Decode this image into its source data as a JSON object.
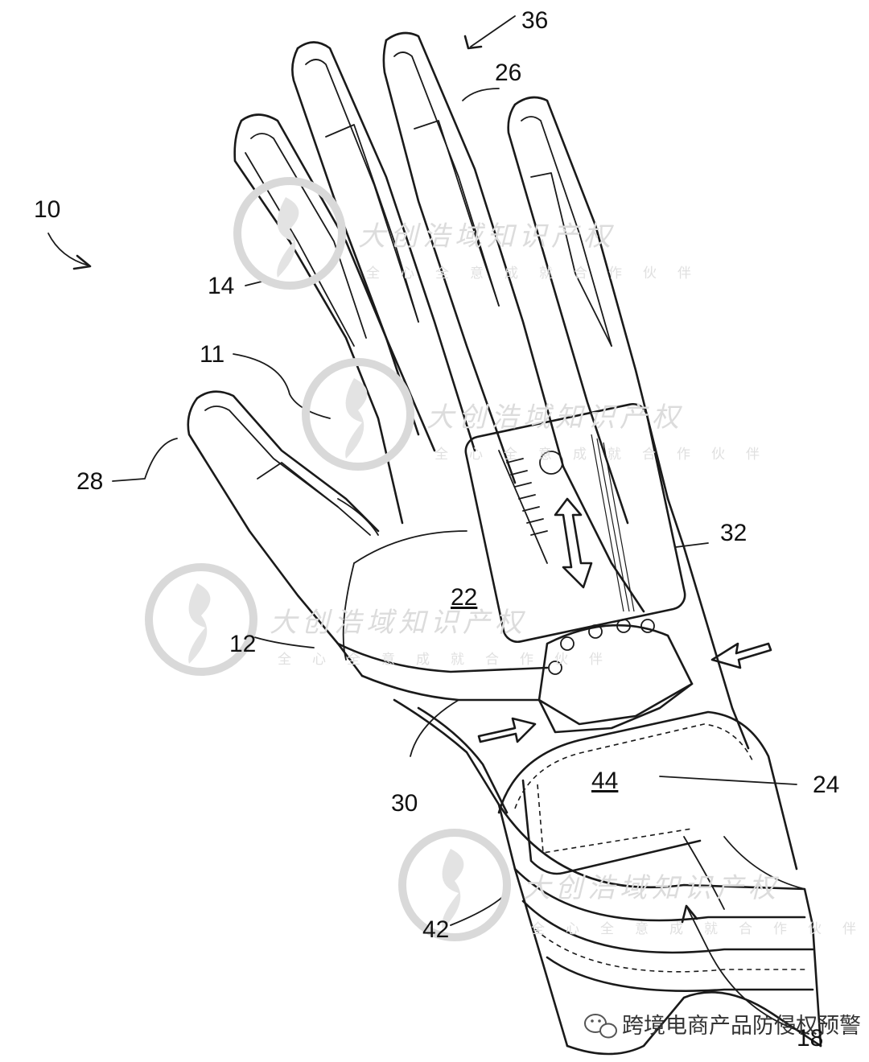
{
  "figure": {
    "labels": {
      "ref_10": "10",
      "ref_36": "36",
      "ref_26": "26",
      "ref_14": "14",
      "ref_11": "11",
      "ref_28": "28",
      "ref_32": "32",
      "ref_22": "22",
      "ref_12": "12",
      "ref_30": "30",
      "ref_44": "44",
      "ref_24": "24",
      "ref_42": "42",
      "ref_18": "18"
    }
  },
  "watermark": {
    "title": "大创浩域知识产权",
    "subtitle": "全心全意成就合作伙伴"
  },
  "footer": {
    "icon": "wechat-icon",
    "text": "跨境电商产品防侵权预警"
  }
}
